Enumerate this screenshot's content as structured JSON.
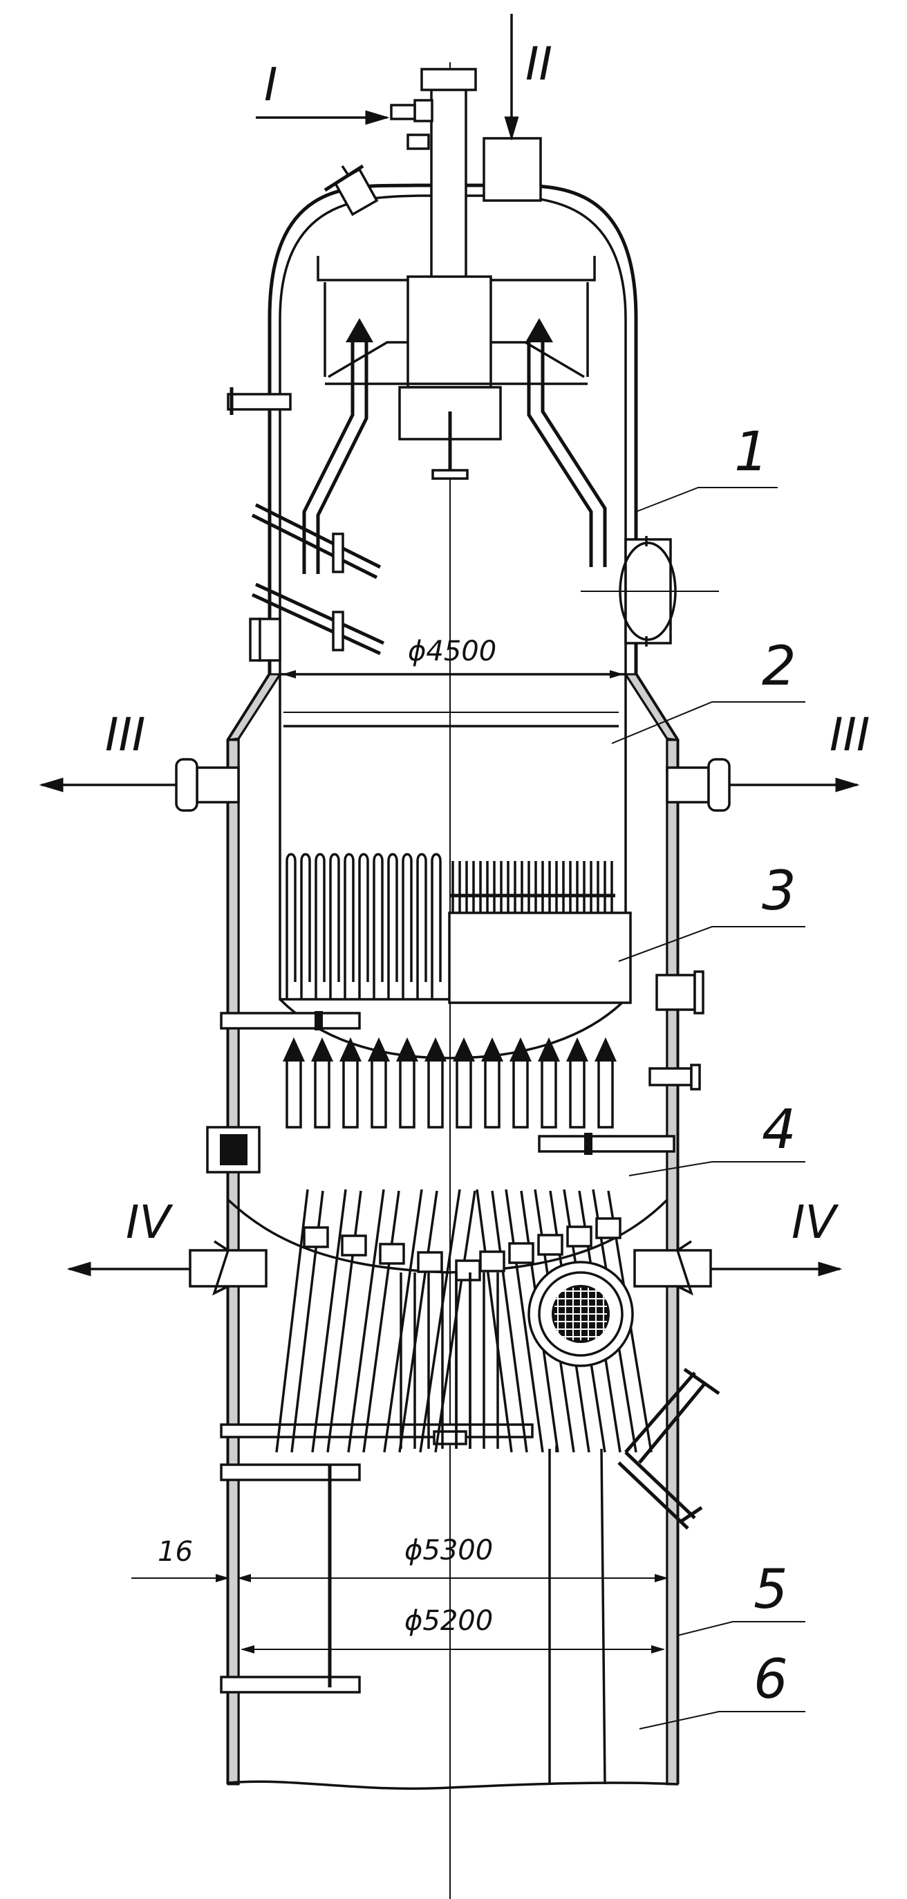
{
  "labels": {
    "roman_I": "I",
    "roman_II": "II",
    "roman_III_left": "III",
    "roman_III_right": "III",
    "roman_IV_left": "IV",
    "roman_IV_right": "IV",
    "part_1": "1",
    "part_2": "2",
    "part_3": "3",
    "part_4": "4",
    "part_5": "5",
    "part_6": "6"
  },
  "dimensions": {
    "upper_diameter": "ϕ4500",
    "outer_diameter": "ϕ5300",
    "inner_diameter": "ϕ5200",
    "wall_thickness": "16"
  },
  "colors": {
    "line": "#111111",
    "hatch": "#cfcfcf",
    "background": "#ffffff"
  }
}
